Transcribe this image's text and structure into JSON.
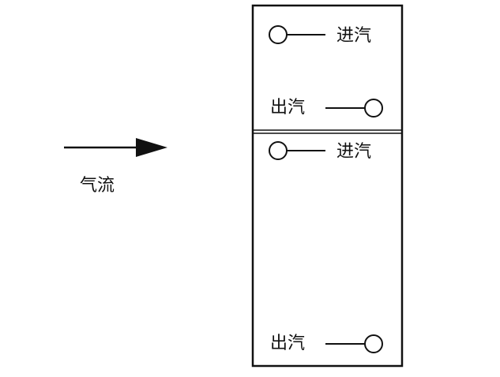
{
  "flow_label": "气流",
  "upper_section": {
    "inlet_label": "进汽",
    "outlet_label": "出汽"
  },
  "lower_section": {
    "inlet_label": "进汽",
    "outlet_label": "出汽"
  },
  "colors": {
    "line": "#111111",
    "background": "#ffffff"
  }
}
